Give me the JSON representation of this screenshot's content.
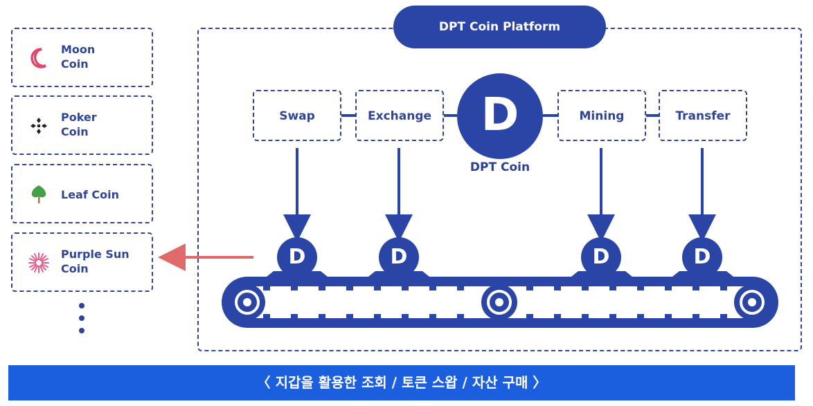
{
  "coins": [
    {
      "label": "Moon\nCoin",
      "icon": "moon-icon",
      "color": "#e0476b"
    },
    {
      "label": "Poker\nCoin",
      "icon": "poker-icon",
      "color": "#222222"
    },
    {
      "label": "Leaf Coin",
      "icon": "leaf-icon",
      "color": "#43a047"
    },
    {
      "label": "Purple Sun\nCoin",
      "icon": "sun-icon",
      "color": "#e75b8b"
    }
  ],
  "platform": {
    "title": "DPT Coin Platform",
    "center_coin": {
      "letter": "D",
      "label": "DPT Coin"
    },
    "functions": [
      "Swap",
      "Exchange",
      "Mining",
      "Transfer"
    ]
  },
  "banner": {
    "text": "〈 지갑을 활용한 조회 / 토큰 스왑 / 자산 구매 〉"
  },
  "colors": {
    "primary": "#2a45a6",
    "banner": "#1b5ede",
    "arrow": "#e06a6a"
  }
}
